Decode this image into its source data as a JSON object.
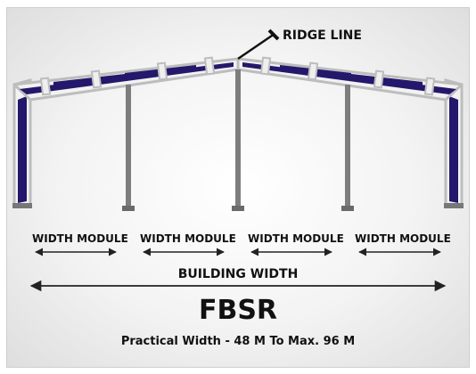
{
  "ridge_label": "RIDGE LINE",
  "width_modules": [
    "WIDTH MODULE",
    "WIDTH MODULE",
    "WIDTH MODULE",
    "WIDTH MODULE"
  ],
  "building_width_label": "BUILDING WIDTH",
  "title": "FBSR",
  "subtitle": "Practical Width - 48 M To Max. 96 M",
  "colors": {
    "rafter": "#23186b",
    "frame_outline": "#b9b9b9",
    "column": "#7d7d7d",
    "text": "#111111"
  }
}
